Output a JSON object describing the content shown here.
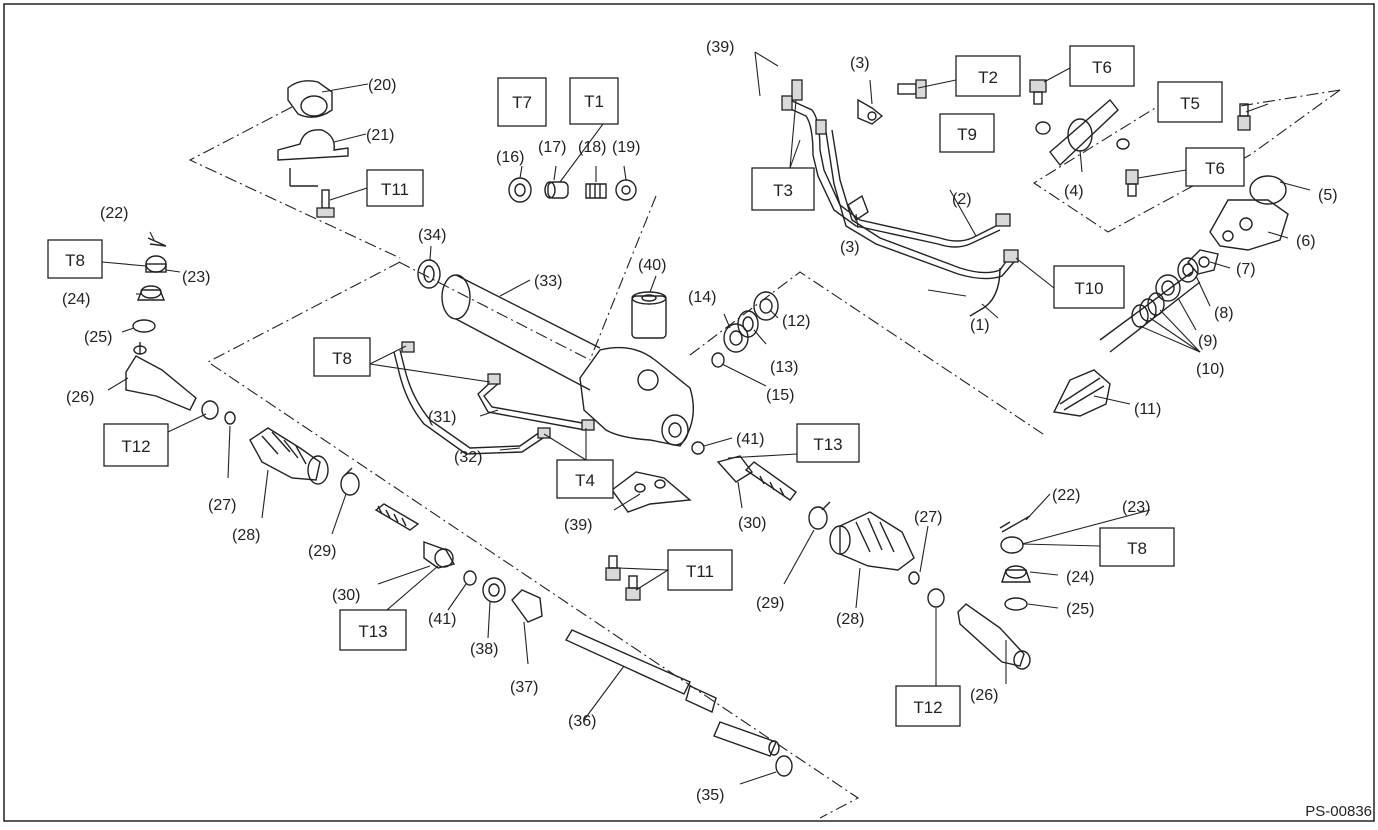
{
  "figure_id": "PS-00836",
  "callouts": {
    "c1": "(1)",
    "c2": "(2)",
    "c3": "(3)",
    "c4": "(4)",
    "c5": "(5)",
    "c6": "(6)",
    "c7": "(7)",
    "c8": "(8)",
    "c9": "(9)",
    "c10": "(10)",
    "c11": "(11)",
    "c12": "(12)",
    "c13": "(13)",
    "c14": "(14)",
    "c15": "(15)",
    "c16": "(16)",
    "c17": "(17)",
    "c18": "(18)",
    "c19": "(19)",
    "c20": "(20)",
    "c21": "(21)",
    "c22": "(22)",
    "c23": "(23)",
    "c24": "(24)",
    "c25": "(25)",
    "c26": "(26)",
    "c27": "(27)",
    "c28": "(28)",
    "c29": "(29)",
    "c30": "(30)",
    "c31": "(31)",
    "c32": "(32)",
    "c33": "(33)",
    "c34": "(34)",
    "c35": "(35)",
    "c36": "(36)",
    "c37": "(37)",
    "c38": "(38)",
    "c39": "(39)",
    "c40": "(40)",
    "c41": "(41)"
  },
  "torque_labels": {
    "T1": "T1",
    "T2": "T2",
    "T3": "T3",
    "T4": "T4",
    "T5": "T5",
    "T6": "T6",
    "T7": "T7",
    "T8": "T8",
    "T9": "T9",
    "T10": "T10",
    "T11": "T11",
    "T12": "T12",
    "T13": "T13"
  }
}
